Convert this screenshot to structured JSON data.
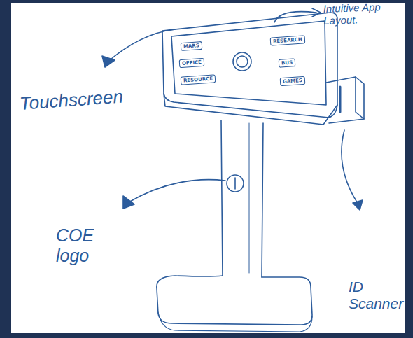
{
  "diagram": {
    "nodes": [
      {
        "text": [
          "MARS"
        ]
      },
      {
        "text": [
          "RESEARCH"
        ]
      },
      {
        "text": [
          "OFFICE"
        ]
      },
      {
        "text": [
          "BUS"
        ]
      },
      {
        "text": [
          "RESOURCE"
        ]
      },
      {
        "text": [
          "GAMES"
        ]
      }
    ],
    "labels": [
      "Touchscreen",
      "Intuitive App Layout.",
      "COE logo",
      "ID Scanner"
    ]
  }
}
